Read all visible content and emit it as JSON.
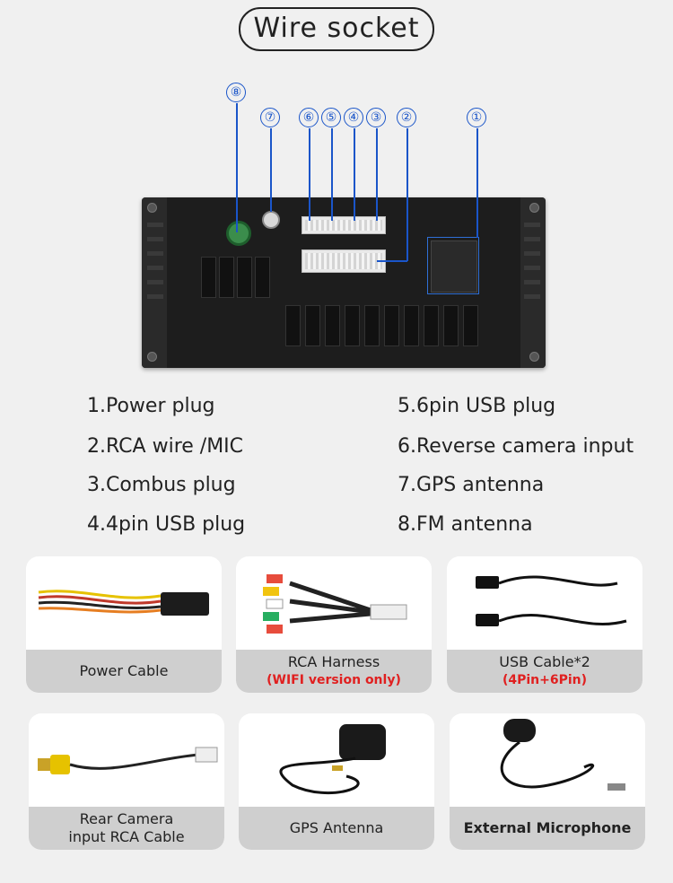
{
  "title": "Wire socket",
  "markers": [
    "⑧",
    "⑦",
    "⑥",
    "⑤",
    "④",
    "③",
    "②",
    "①"
  ],
  "legend": [
    "1.Power plug",
    "2.RCA wire /MIC",
    "3.Combus plug",
    "4.4pin USB plug",
    "5.6pin USB plug",
    "6.Reverse camera input",
    "7.GPS antenna",
    "8.FM antenna"
  ],
  "cards": [
    {
      "label": "Power Cable",
      "sub": ""
    },
    {
      "label": "RCA Harness",
      "sub": "(WIFI version only)"
    },
    {
      "label": "USB Cable*2",
      "sub": "(4Pin+6Pin)"
    },
    {
      "label": "Rear Camera",
      "label2": "input RCA Cable",
      "sub": ""
    },
    {
      "label": "GPS Antenna",
      "sub": ""
    },
    {
      "label": "External Microphone",
      "sub": ""
    }
  ],
  "colors": {
    "marker_blue": "#1a55c9",
    "sub_red": "#e02020",
    "caption_bg": "#cfcfcf"
  }
}
